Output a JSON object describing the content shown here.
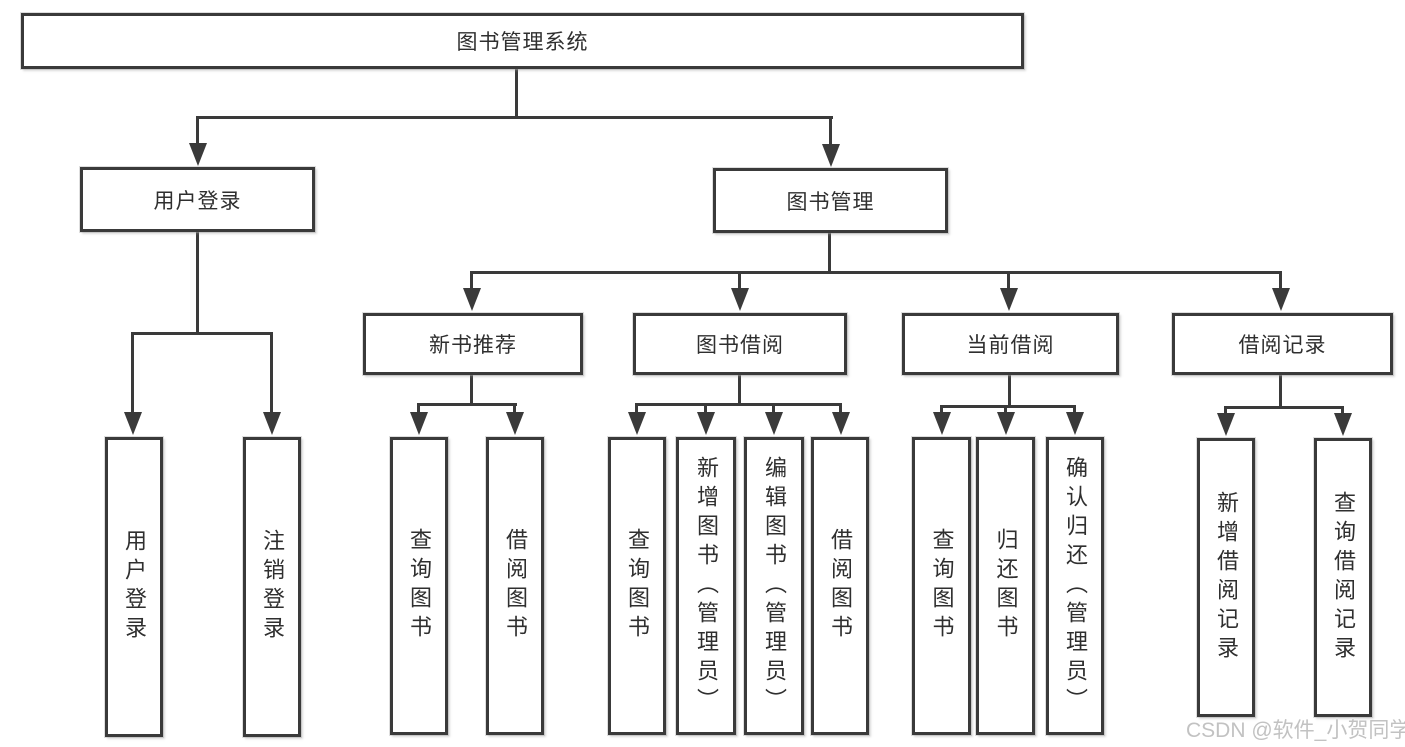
{
  "tree": {
    "label": "图书管理系统",
    "children": [
      {
        "label": "用户登录",
        "children": [
          {
            "label": "用户登录"
          },
          {
            "label": "注销登录"
          }
        ]
      },
      {
        "label": "图书管理",
        "children": [
          {
            "label": "新书推荐",
            "children": [
              {
                "label": "查询图书"
              },
              {
                "label": "借阅图书"
              }
            ]
          },
          {
            "label": "图书借阅",
            "children": [
              {
                "label": "查询图书"
              },
              {
                "label": "新增图书（管理员）"
              },
              {
                "label": "编辑图书（管理员）"
              },
              {
                "label": "借阅图书"
              }
            ]
          },
          {
            "label": "当前借阅",
            "children": [
              {
                "label": "查询图书"
              },
              {
                "label": "归还图书"
              },
              {
                "label": "确认归还（管理员）"
              }
            ]
          },
          {
            "label": "借阅记录",
            "children": [
              {
                "label": "新增借阅记录"
              },
              {
                "label": "查询借阅记录"
              }
            ]
          }
        ]
      }
    ]
  },
  "colors": {
    "line": "#3a3a3a",
    "text": "#2f2f2f",
    "watermark": "#c2c2c2",
    "background": "#ffffff"
  },
  "watermark": "CSDN @软件_小贺同学"
}
